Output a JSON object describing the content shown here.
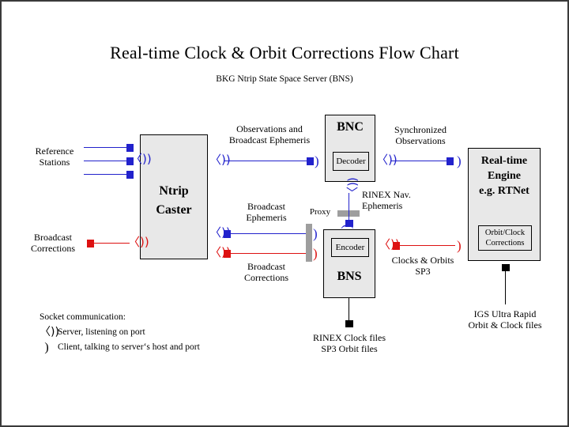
{
  "title": "Real-time Clock & Orbit Corrections Flow Chart",
  "subtitle": "BKG Ntrip State Space Server  (BNS)",
  "boxes": {
    "caster": {
      "line1": "Ntrip",
      "line2": "Caster"
    },
    "bnc": {
      "title": "BNC",
      "inner": "Decoder"
    },
    "bns": {
      "title": "BNS",
      "inner": "Encoder"
    },
    "engine": {
      "line1": "Real-time",
      "line2": "Engine",
      "line3": "e.g. RTNet",
      "inner_line1": "Orbit/Clock",
      "inner_line2": "Corrections"
    }
  },
  "labels": {
    "reference_stations_l1": "Reference",
    "reference_stations_l2": "Stations",
    "broadcast_corrections_left_l1": "Broadcast",
    "broadcast_corrections_left_l2": "Corrections",
    "observations_l1": "Observations and",
    "observations_l2": "Broadcast Ephemeris",
    "sync_obs_l1": "Synchronized",
    "sync_obs_l2": "Observations",
    "broadcast_ephemeris_l1": "Broadcast",
    "broadcast_ephemeris_l2": "Ephemeris",
    "broadcast_corrections_mid_l1": "Broadcast",
    "broadcast_corrections_mid_l2": "Corrections",
    "proxy": "Proxy",
    "rinex_nav_l1": "RINEX Nav.",
    "rinex_nav_l2": "Ephemeris",
    "clocks_orbits_l1": "Clocks & Orbits",
    "clocks_orbits_l2": "SP3",
    "rinex_files_l1": "RINEX Clock files",
    "rinex_files_l2": "SP3 Orbit files",
    "igs_l1": "IGS Ultra Rapid",
    "igs_l2": "Orbit & Clock files"
  },
  "legend": {
    "heading": "Socket communication:",
    "server_symbol": "server-socket-icon",
    "server_text": "Server, listening on port",
    "client_symbol": "client-socket-icon",
    "client_text": "Client, talking to server‘s host and port"
  },
  "colors": {
    "blue": "#2222cc",
    "red": "#dd1111",
    "black": "#000000",
    "box_fill": "#e8e8e8",
    "proxy_gray": "#9e9e9e",
    "frame": "#3a3a3a"
  }
}
